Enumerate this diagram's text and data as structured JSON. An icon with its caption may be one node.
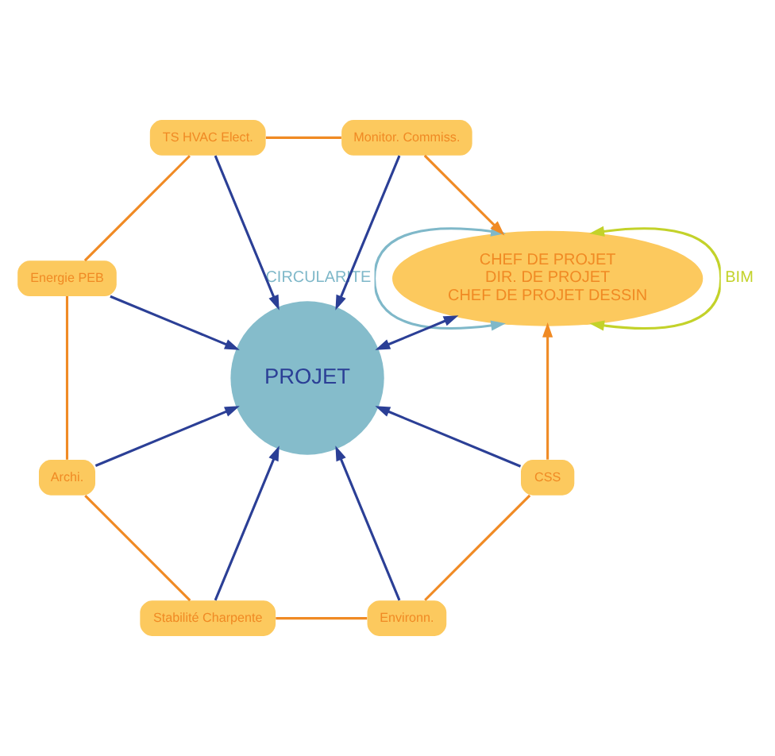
{
  "diagram": {
    "nodes": [
      {
        "text": [
          "CHEF DE PROJET",
          "DIR. DE PROJET",
          "CHEF DE PROJET DESSIN"
        ]
      },
      {
        "text": [
          "PROJET"
        ]
      },
      {
        "text": [
          "Monitor. Commiss."
        ]
      },
      {
        "text": [
          "TS HVAC Elect."
        ]
      },
      {
        "text": [
          "Energie PEB"
        ]
      },
      {
        "text": [
          "Archi."
        ]
      },
      {
        "text": [
          "Stabilité Charpente"
        ]
      },
      {
        "text": [
          "Environn."
        ]
      },
      {
        "text": [
          "CSS"
        ]
      }
    ],
    "edges": [
      {
        "from": 0,
        "to": 1,
        "arrow": "both"
      },
      {
        "from": 2,
        "to": 1,
        "arrow": "to"
      },
      {
        "from": 3,
        "to": 1,
        "arrow": "to"
      },
      {
        "from": 4,
        "to": 1,
        "arrow": "to"
      },
      {
        "from": 5,
        "to": 1,
        "arrow": "to"
      },
      {
        "from": 6,
        "to": 1,
        "arrow": "to"
      },
      {
        "from": 7,
        "to": 1,
        "arrow": "to"
      },
      {
        "from": 8,
        "to": 1,
        "arrow": "to"
      },
      {
        "from": 2,
        "to": 0,
        "arrow": "to",
        "color": "#f08a24"
      },
      {
        "from": 3,
        "to": 2,
        "arrow": "none",
        "color": "#f08a24"
      },
      {
        "from": 4,
        "to": 3,
        "arrow": "none",
        "color": "#f08a24"
      },
      {
        "from": 5,
        "to": 4,
        "arrow": "none",
        "color": "#f08a24"
      },
      {
        "from": 6,
        "to": 5,
        "arrow": "none",
        "color": "#f08a24"
      },
      {
        "from": 7,
        "to": 6,
        "arrow": "none",
        "color": "#f08a24"
      },
      {
        "from": 8,
        "to": 7,
        "arrow": "none",
        "color": "#f08a24"
      },
      {
        "from": 8,
        "to": 0,
        "arrow": "to",
        "color": "#f08a24"
      },
      {
        "from": 0,
        "to": 0,
        "arrow": "both",
        "label": "CIRCULARITE",
        "color": "#7fb8c9"
      },
      {
        "from": 0,
        "to": 0,
        "arrow": "both",
        "label": "BIM",
        "color": "#c3d22a"
      }
    ]
  }
}
